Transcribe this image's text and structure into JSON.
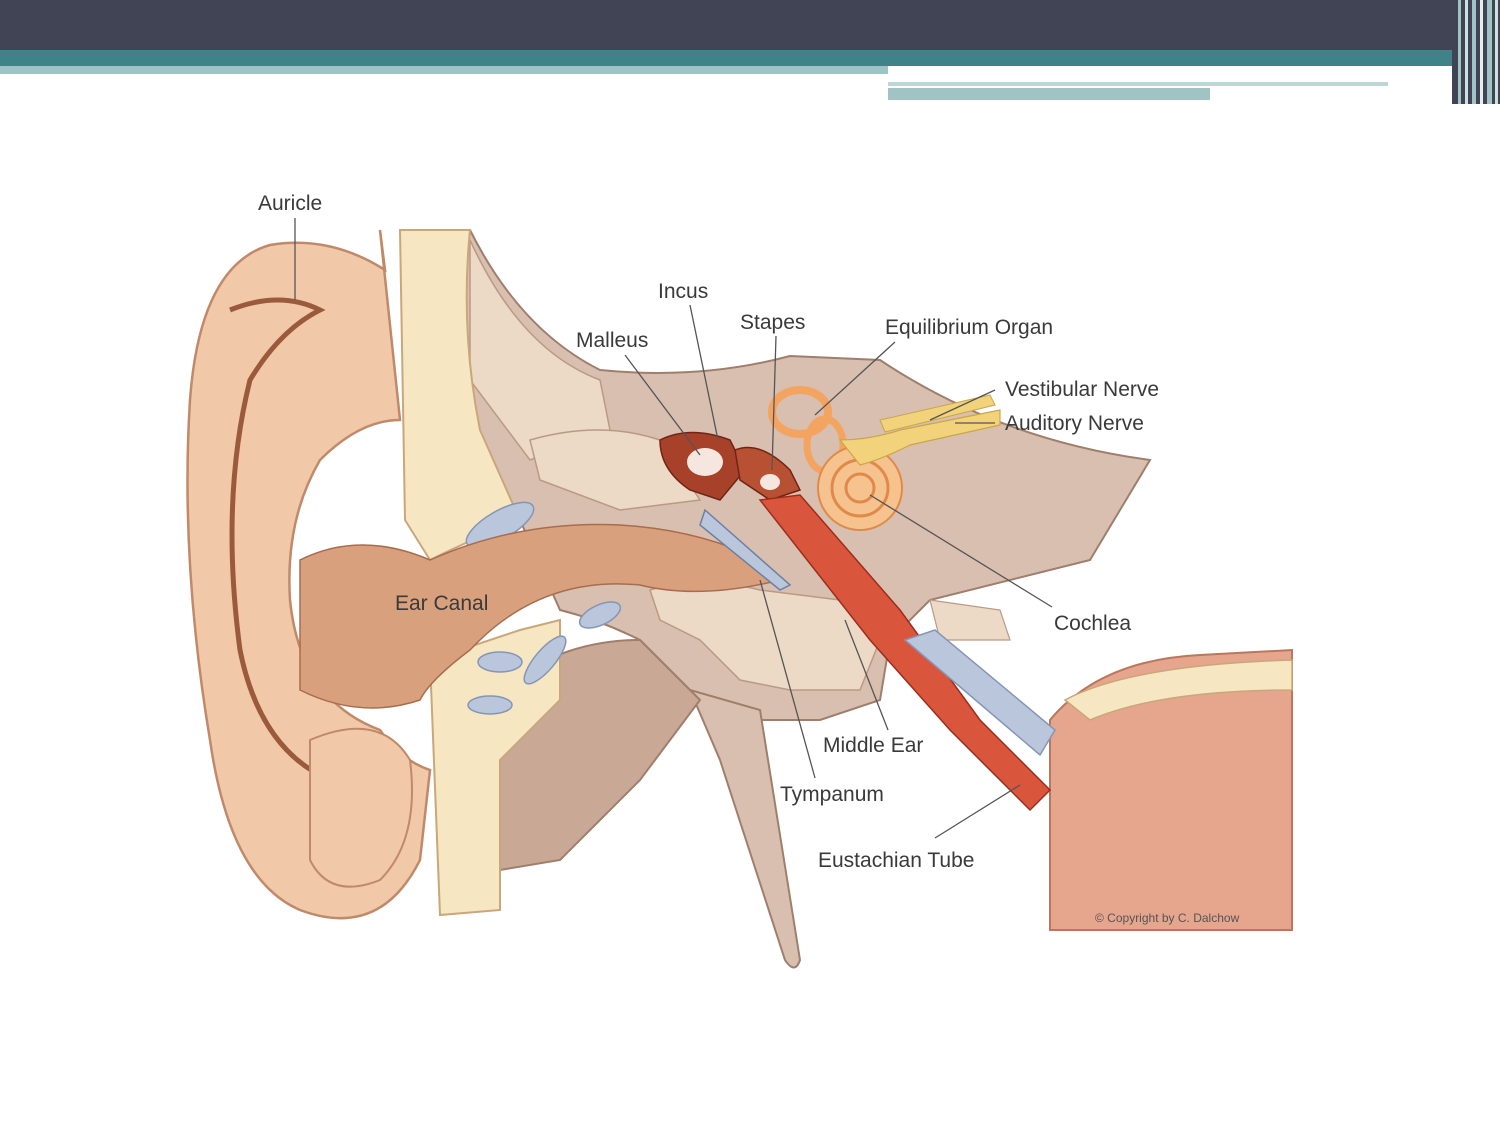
{
  "labels": {
    "auricle": "Auricle",
    "incus": "Incus",
    "stapes": "Stapes",
    "malleus": "Malleus",
    "equilibrium_organ": "Equilibrium Organ",
    "vestibular_nerve": "Vestibular Nerve",
    "auditory_nerve": "Auditory Nerve",
    "ear_canal": "Ear Canal",
    "cochlea": "Cochlea",
    "middle_ear": "Middle Ear",
    "tympanum": "Tympanum",
    "eustachian_tube": "Eustachian Tube"
  },
  "copyright": "© Copyright by C. Dalchow",
  "colors": {
    "header_dark": "#414455",
    "header_teal": "#3f8287",
    "header_light": "#9fc4c3",
    "skin": "#f1c9a8",
    "skin_dark": "#c08a6a",
    "bone": "#f6e6c2",
    "canal": "#d9a07e",
    "tissue": "#d8bfb0",
    "ossicle": "#a8412a",
    "inner_ear": "#f3a461",
    "tube_red": "#d9553b",
    "blue": "#b9c6dc"
  }
}
